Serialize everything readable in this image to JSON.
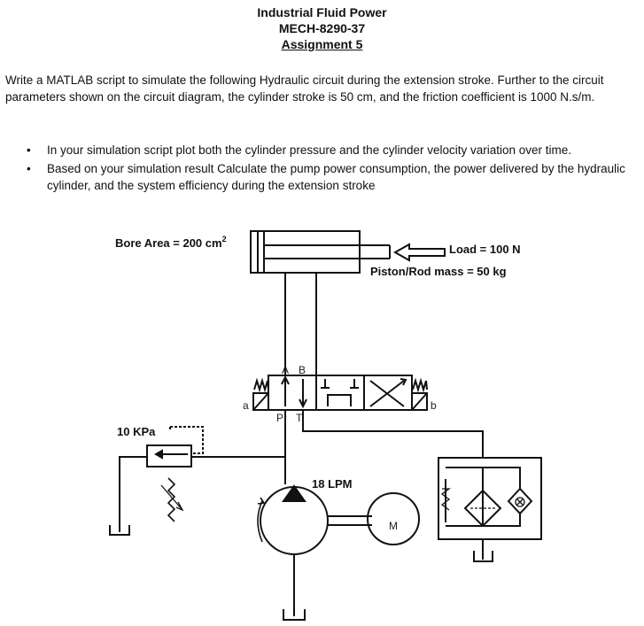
{
  "header": {
    "course_title": "Industrial Fluid Power",
    "course_code": "MECH-8290-37",
    "assignment": "Assignment 5"
  },
  "intro_text": "Write a MATLAB script to simulate the following Hydraulic circuit during the extension stroke. Further to the circuit parameters shown on the circuit diagram, the cylinder stroke is 50 cm, and the friction coefficient is 1000 N.s/m.",
  "bullets": [
    "In your simulation script plot both the cylinder pressure and the cylinder velocity variation over time.",
    "Based on your simulation result Calculate the pump power consumption, the power delivered by the hydraulic cylinder, and the system efficiency during the extension stroke"
  ],
  "diagram": {
    "bore_area": "Bore Area = 200 cm",
    "bore_area_sup": "2",
    "load": "Load = 100 N",
    "mass": "Piston/Rod mass = 50 kg",
    "relief_setting": "10 KPa",
    "pump_flow": "18 LPM",
    "port_a": "A",
    "port_b": "B",
    "port_p": "P",
    "port_t": "T",
    "solenoid_a": "a",
    "solenoid_b": "b",
    "motor_symbol": "M"
  }
}
